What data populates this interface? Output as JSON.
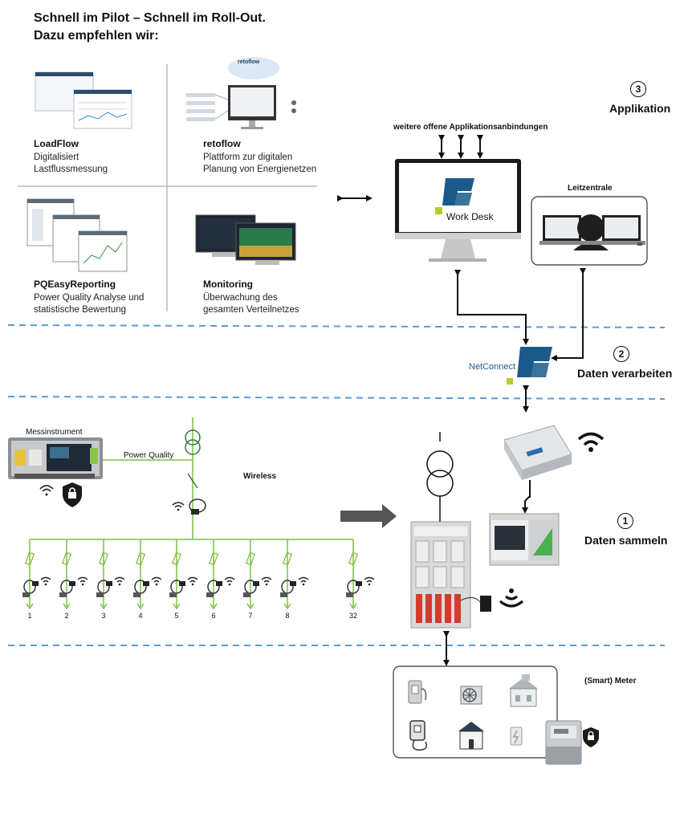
{
  "header": {
    "line1": "Schnell im Pilot – Schnell im Roll-Out.",
    "line2": "Dazu empfehlen wir:"
  },
  "apps": [
    {
      "name": "LoadFlow",
      "desc1": "Digitalisiert",
      "desc2": "Lastflussmessung"
    },
    {
      "name": "retoflow",
      "desc1": "Plattform zur digitalen",
      "desc2": "Planung von Energienetzen",
      "logo": "retoflow"
    },
    {
      "name": "PQEasyReporting",
      "desc1": "Power Quality Analyse und",
      "desc2": "statistische Bewertung"
    },
    {
      "name": "Monitoring",
      "desc1": "Überwachung des",
      "desc2": "gesamten Verteilnetzes"
    }
  ],
  "steps": [
    {
      "num": "3",
      "label": "Applikation"
    },
    {
      "num": "2",
      "label": "Daten verarbeiten"
    },
    {
      "num": "1",
      "label": "Daten sammeln"
    }
  ],
  "application": {
    "further_apps": "weitere offene Applikationsanbindungen",
    "workdesk": "Work Desk",
    "control_center": "Leitzentrale"
  },
  "processing": {
    "netconnect": "NetConnect"
  },
  "collection": {
    "instrument": "Messinstrument",
    "power_quality": "Power Quality",
    "wireless": "Wireless",
    "feeders": [
      "1",
      "2",
      "3",
      "4",
      "5",
      "6",
      "7",
      "8",
      "32"
    ],
    "smart_meter": "(Smart) Meter"
  },
  "colors": {
    "brand_blue": "#1a5a8a",
    "brand_green": "#b8c832",
    "line_green": "#7cc043",
    "dash_blue": "#5b9bd5",
    "arrow_gray": "#555555"
  },
  "icons": [
    "wifi-icon",
    "lock-shield-icon",
    "ev-charger-icon",
    "heat-pump-icon",
    "house-icon",
    "wallbox-icon",
    "solar-house-icon",
    "battery-icon",
    "meter-icon"
  ]
}
